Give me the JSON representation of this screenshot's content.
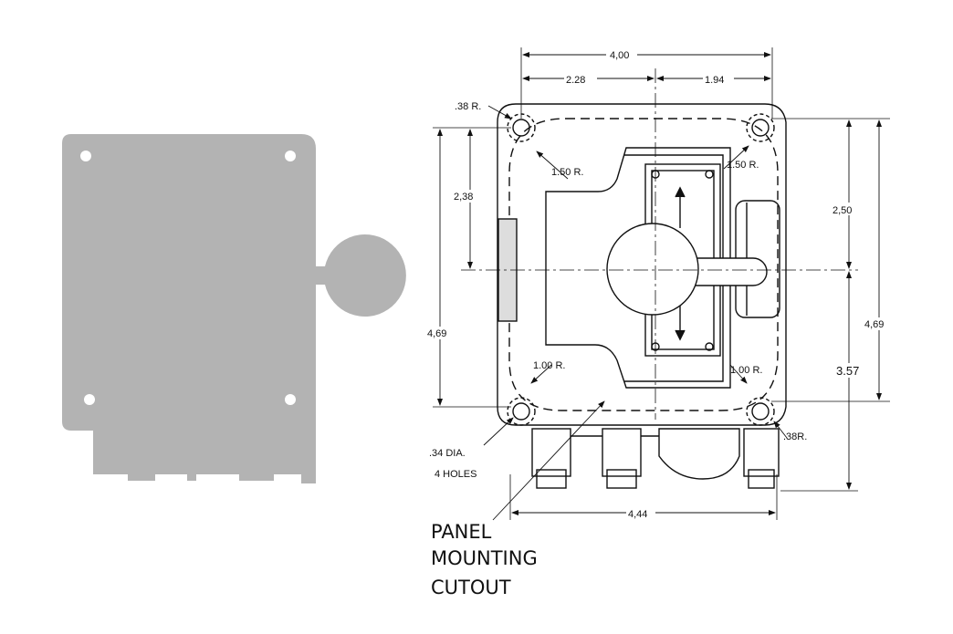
{
  "colors": {
    "cutout_fill": "#b3b3b3",
    "line": "#111111",
    "background": "#ffffff"
  },
  "dimensions": {
    "overall_width": "4,00",
    "left_to_centerline": "2.28",
    "right_to_centerline": "1.94",
    "left_height_upper": "2,38",
    "left_height_total": "4,69",
    "right_height_upper": "2,50",
    "right_height_total": "4,69",
    "right_height_lower": "3.57",
    "bottom_width": "4,44",
    "top_left_corner_radius": ".38 R.",
    "bottom_right_corner_radius": ".38R.",
    "upper_left_fillet": "1.50 R.",
    "upper_right_fillet": "1.50 R.",
    "lower_left_fillet": "1.00 R.",
    "lower_right_fillet": "1.00 R.",
    "hole_size": ".34 DIA.",
    "hole_count": "4 HOLES"
  },
  "callout": {
    "line1": "PANEL",
    "line2": "MOUNTING",
    "line3": "CUTOUT"
  },
  "icons": [
    "panel-cutout-silhouette",
    "switch-enclosure-drawing"
  ]
}
